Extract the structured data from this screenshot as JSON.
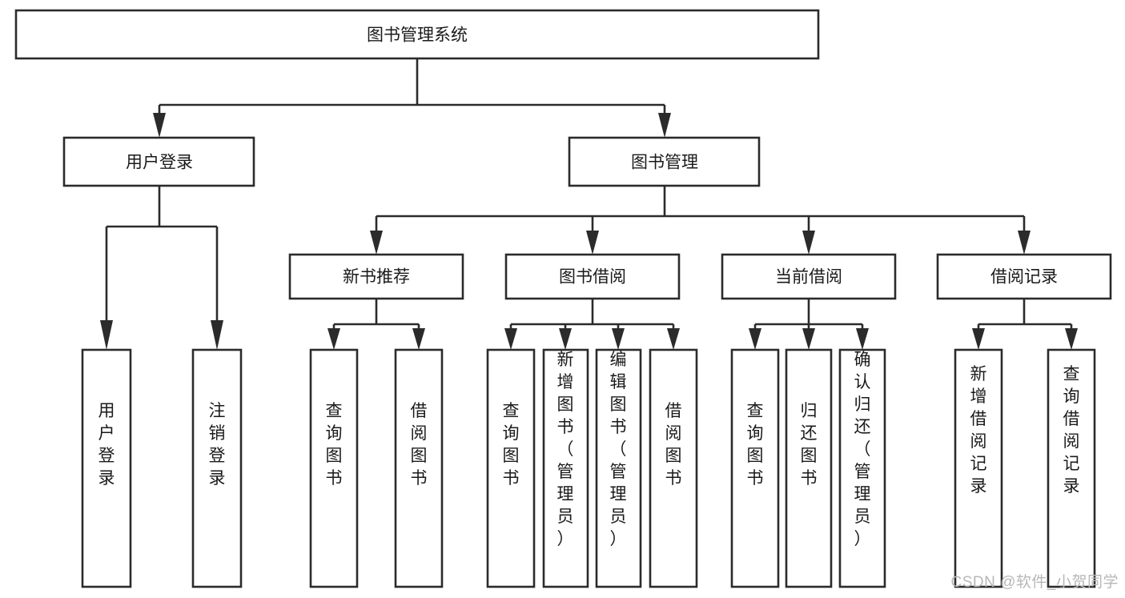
{
  "diagram": {
    "title": "图书管理系统",
    "type": "hierarchy-tree",
    "watermark": "CSDN @软件_小贺同学",
    "colors": {
      "background": "#ffffff",
      "box_fill": "#ffffff",
      "box_stroke": "#2b2b2b",
      "text": "#1a1a1a",
      "watermark": "#b7b7b7"
    },
    "root": {
      "label": "图书管理系统"
    },
    "level2": [
      {
        "label": "用户登录"
      },
      {
        "label": "图书管理"
      }
    ],
    "level3": [
      {
        "label": "新书推荐"
      },
      {
        "label": "图书借阅"
      },
      {
        "label": "当前借阅"
      },
      {
        "label": "借阅记录"
      }
    ],
    "leaves": {
      "user_login": [
        {
          "label": "用户登录"
        },
        {
          "label": "注销登录"
        }
      ],
      "new_book_recommend": [
        {
          "label": "查询图书"
        },
        {
          "label": "借阅图书"
        }
      ],
      "book_borrow": [
        {
          "label": "查询图书"
        },
        {
          "label": "新增图书（管理员）"
        },
        {
          "label": "编辑图书（管理员）"
        },
        {
          "label": "借阅图书"
        }
      ],
      "current_borrow": [
        {
          "label": "查询图书"
        },
        {
          "label": "归还图书"
        },
        {
          "label": "确认归还（管理员）"
        }
      ],
      "borrow_record": [
        {
          "label": "新增借阅记录"
        },
        {
          "label": "查询借阅记录"
        }
      ]
    }
  }
}
